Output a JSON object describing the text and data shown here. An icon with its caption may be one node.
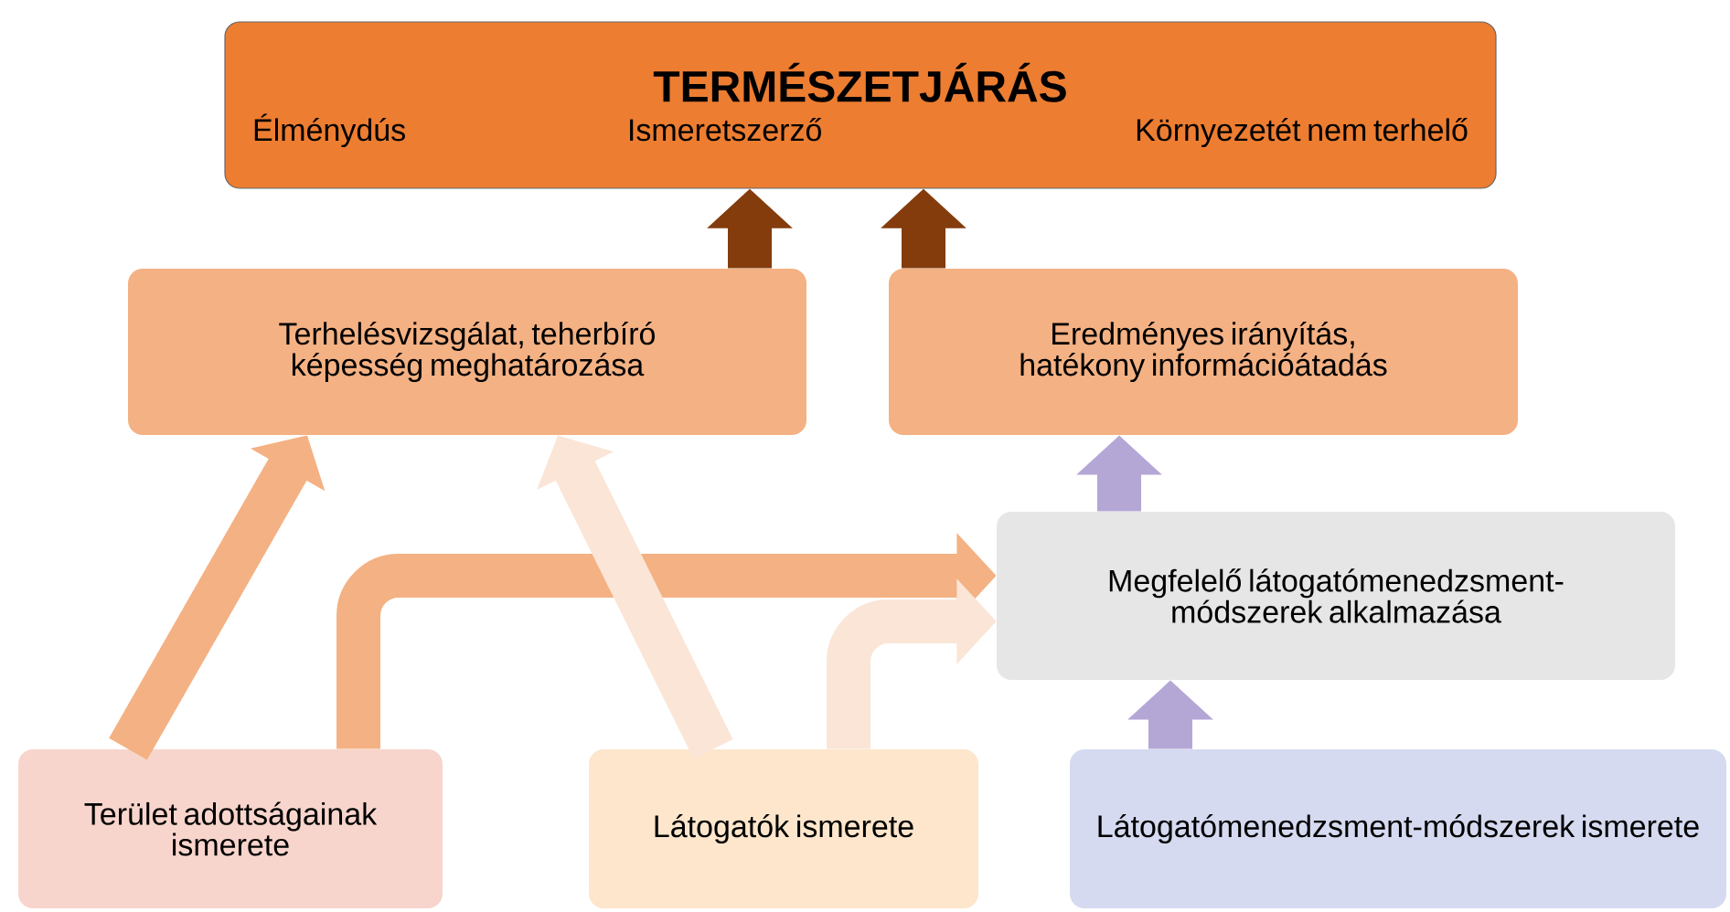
{
  "diagram": {
    "nodes": [
      {
        "text": [
          "TERMÉSZETJÁRÁS",
          "Élménydús",
          "Ismeretszerző",
          "Környezetét nem terhelő"
        ]
      },
      {
        "text": [
          "Terhelésvizsgálat, teherbíró képesség meghatározása"
        ]
      },
      {
        "text": [
          "Eredményes irányítás, hatékony információátadás"
        ]
      },
      {
        "text": [
          "Megfelelő látogatómenedzsment-módszerek alkalmazása"
        ]
      },
      {
        "text": [
          "Terület adottságainak ismerete"
        ]
      },
      {
        "text": [
          "Látogatók ismerete"
        ]
      },
      {
        "text": [
          "Látogatómenedzsment-módszerek ismerete"
        ]
      }
    ],
    "edges": [
      {
        "from": 1,
        "to": 0,
        "arrow": "to",
        "color": "#843c0c"
      },
      {
        "from": 2,
        "to": 0,
        "arrow": "to",
        "color": "#843c0c"
      },
      {
        "from": 4,
        "to": 1,
        "arrow": "to",
        "color": "#f4b183"
      },
      {
        "from": 4,
        "to": 3,
        "arrow": "to",
        "color": "#f4b183"
      },
      {
        "from": 5,
        "to": 3,
        "arrow": "to",
        "color": "#fbe5d6"
      },
      {
        "from": 5,
        "to": 1,
        "arrow": "to",
        "color": "#fbe5d6"
      },
      {
        "from": 3,
        "to": 2,
        "arrow": "to",
        "color": "#b4a7d6"
      },
      {
        "from": 6,
        "to": 3,
        "arrow": "to",
        "color": "#b4a7d6"
      }
    ]
  }
}
